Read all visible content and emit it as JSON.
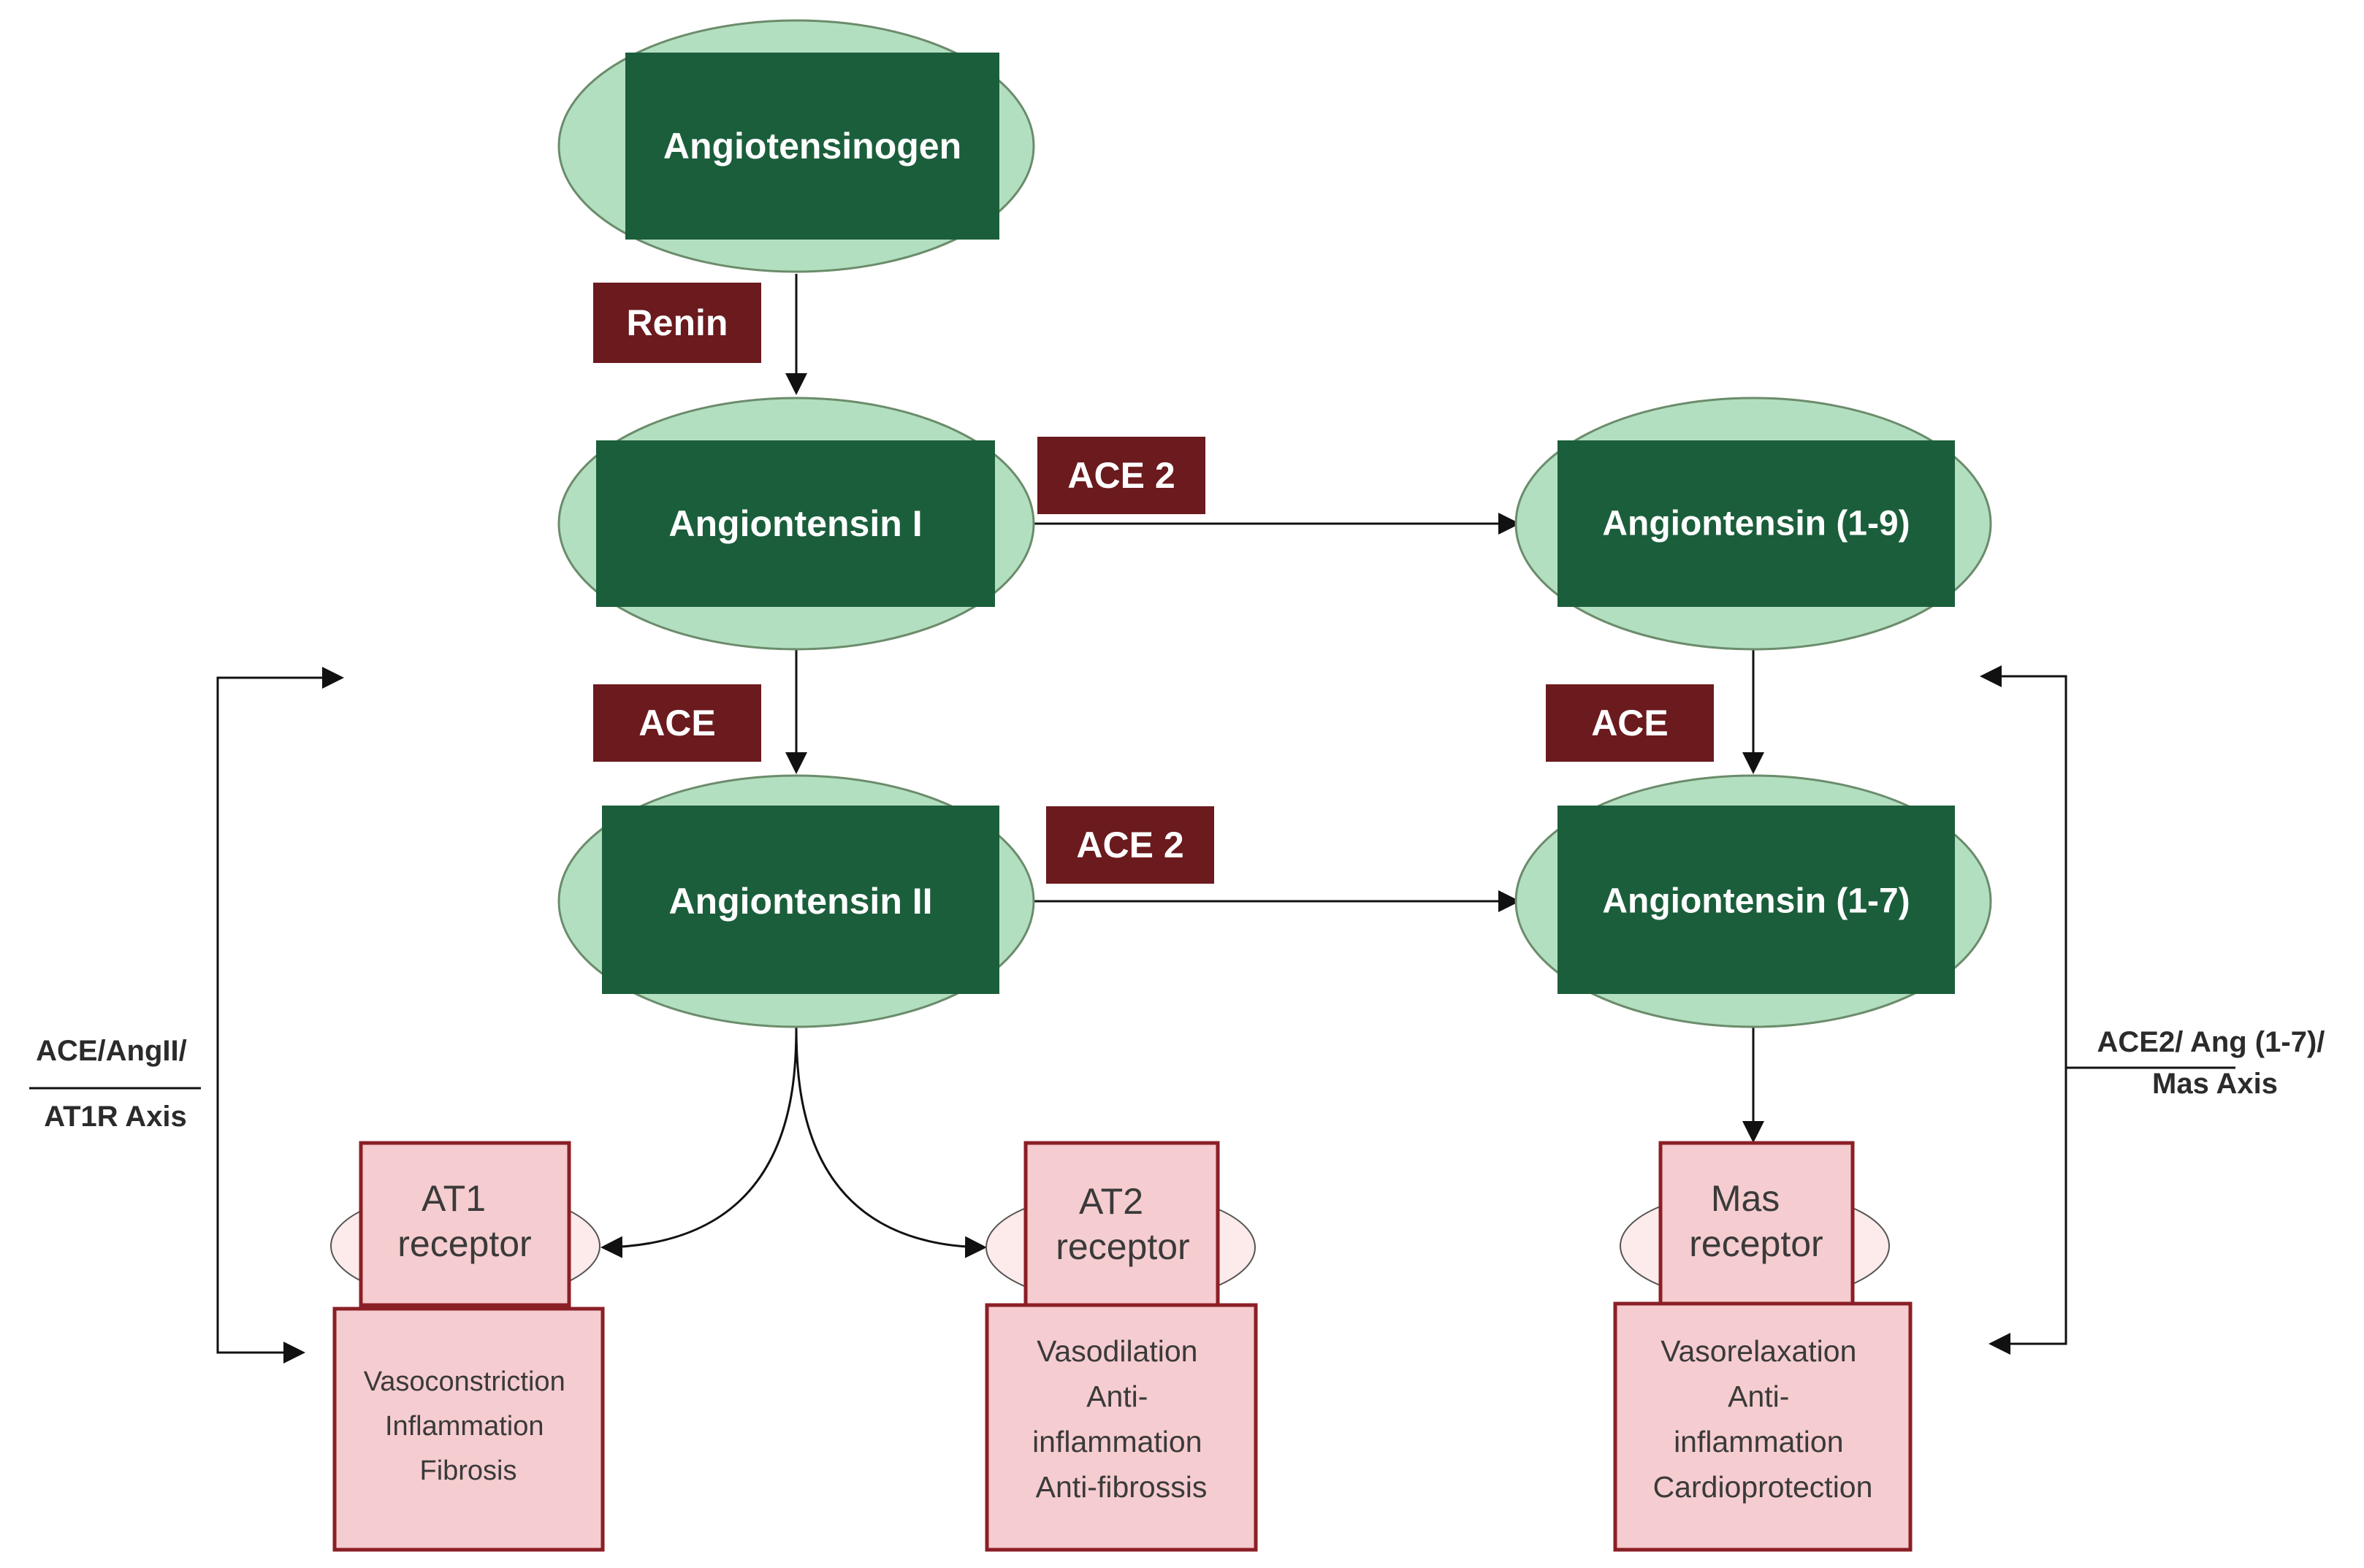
{
  "colors": {
    "ellipse_fill": "#b3dfc1",
    "ellipse_stroke": "#6b8c6b",
    "node_fill": "#1b5e3b",
    "enzyme_fill": "#6b1a1e",
    "receptor_fill": "#f5cccf",
    "receptor_stroke": "#8b1f26",
    "receptor_bulge_fill": "#fdeaea",
    "arrow": "#111111"
  },
  "nodes": {
    "angiotensinogen": "Angiotensinogen",
    "ang1": "Angiontensin I",
    "ang2": "Angiontensin II",
    "ang19": "Angiontensin (1-9)",
    "ang17": "Angiontensin (1-7)"
  },
  "enzymes": {
    "renin": "Renin",
    "ace_left": "ACE",
    "ace2_top": "ACE 2",
    "ace2_mid": "ACE 2",
    "ace_right": "ACE"
  },
  "receptors": {
    "at1": [
      "AT1",
      "receptor"
    ],
    "at2": [
      "AT2",
      "receptor"
    ],
    "mas": [
      "Mas",
      "receptor"
    ]
  },
  "effects": {
    "at1": [
      "Vasoconstriction",
      "Inflammation",
      "Fibrosis"
    ],
    "at2": [
      "Vasodilation",
      "Anti-",
      "inflammation",
      "Anti-fibrossis"
    ],
    "mas": [
      "Vasorelaxation",
      "Anti-",
      "inflammation",
      "Cardioprotection"
    ]
  },
  "axes": {
    "left": [
      "ACE/AngII/",
      "AT1R Axis"
    ],
    "right": [
      "ACE2/ Ang (1-7)/",
      "Mas Axis"
    ]
  }
}
